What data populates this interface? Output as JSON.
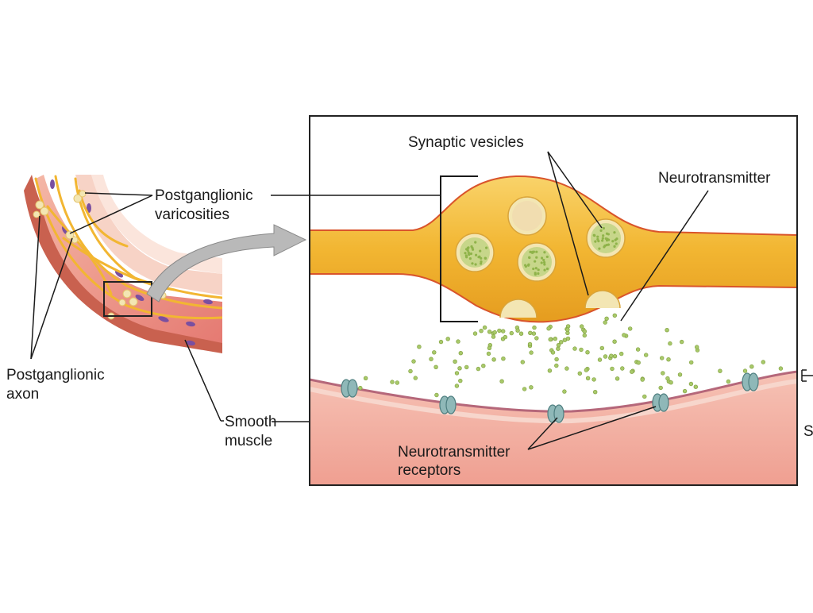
{
  "labels": {
    "postganglionic_varicosities_line1": "Postganglionic",
    "postganglionic_varicosities_line2": "varicosities",
    "postganglionic_axon_line1": "Postganglionic",
    "postganglionic_axon_line2": "axon",
    "smooth_muscle_line1": "Smooth",
    "smooth_muscle_line2": "muscle",
    "synaptic_vesicles": "Synaptic vesicles",
    "neurotransmitter": "Neurotransmitter",
    "neurotransmitter_receptors_line1": "Neurotransmitter",
    "neurotransmitter_receptors_line2": "receptors",
    "cut_off_letter": "S"
  },
  "colors": {
    "axon_fill": "#f2b632",
    "axon_outline": "#d9542b",
    "muscle_fill": "#f1a89b",
    "muscle_membrane": "#b5677a",
    "vesicle_fill": "#f3e6b3",
    "neurotransmitter_dot": "#a8c96a",
    "receptor": "#8fb8b8",
    "arrow": "#b9b9b9",
    "frame": "#222222"
  }
}
